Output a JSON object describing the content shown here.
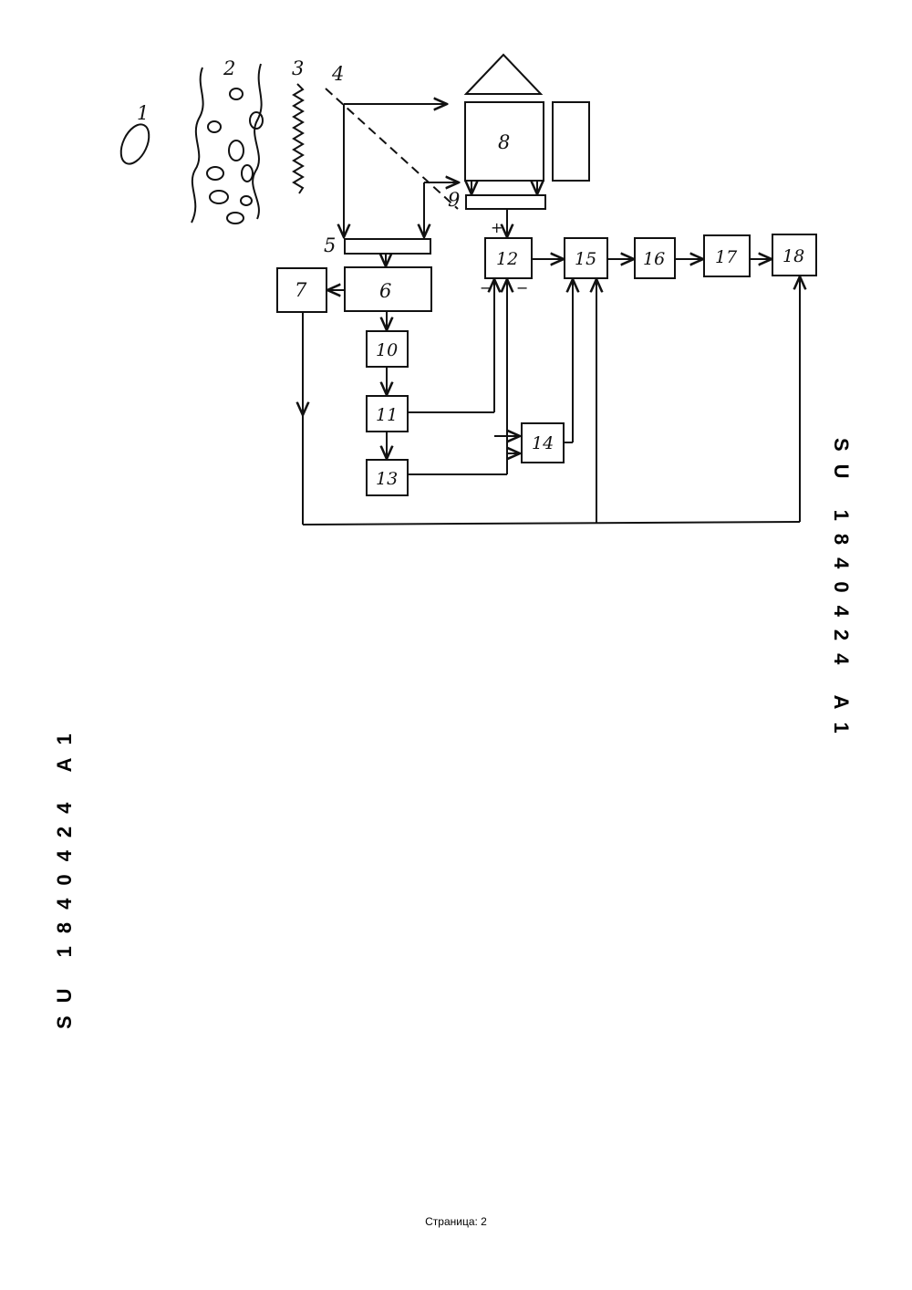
{
  "diagram": {
    "labels": {
      "l1": "1",
      "l2": "2",
      "l3": "3",
      "l4": "4",
      "l5": "5",
      "l6": "6",
      "l7": "7",
      "l8": "8",
      "l9": "9",
      "l10": "10",
      "l11": "11",
      "l12": "12",
      "l13": "13",
      "l14": "14",
      "l15": "15",
      "l16": "16",
      "l17": "17",
      "l18": "18"
    },
    "signs": {
      "plus": "+",
      "minus_left": "−",
      "minus_right": "−"
    }
  },
  "side_text": {
    "right": "SU 1840424 A1",
    "left": "SU 1840424 A1"
  },
  "footer": {
    "page_label": "Страница: 2"
  }
}
